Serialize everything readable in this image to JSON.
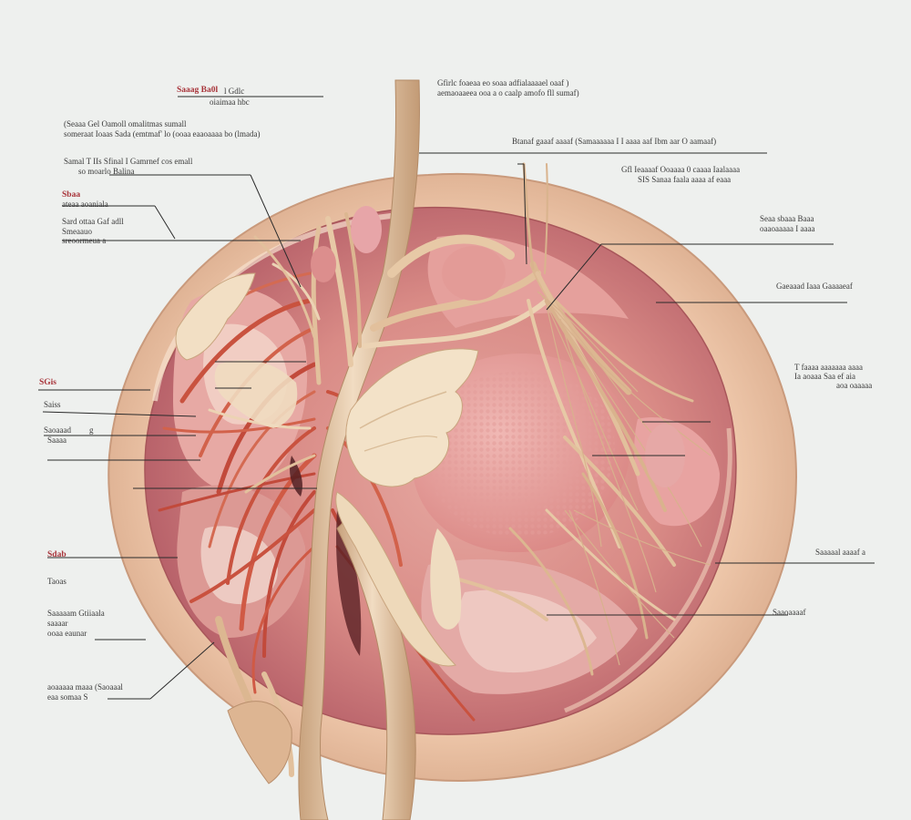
{
  "colors": {
    "background": "#eef0ee",
    "capsule": "#ecc9ad",
    "capsule_rim": "#f3d6bf",
    "cavity": "#d98b86",
    "tissue_pink": "#e9a4a1",
    "muscle_red": "#c9523f",
    "nerve_cream": "#e8ccac",
    "nerve_shadow": "#c8a27d",
    "leader_line": "#2b2b2b",
    "label_text": "#3a3a3a",
    "label_red": "#a8343a"
  },
  "labels": {
    "left": {
      "l1_red": "Saaag Ba0l",
      "l1_b": "l Gdlc",
      "l1_c": "oiaimaa hbc",
      "l2_a": "(Seaaa Gel Oamoll omalitmas sumall",
      "l2_b": "someraat Ioaas Sada (emtmaf' lo (ooaa eaaoaaaa bo (lmada)",
      "l3_a": "Samal T IIs Sfinal I Gamrnef cos emall",
      "l3_b": "so moarlo Balina",
      "l4_red": "Sbaa",
      "l4_b": "ateaa aoaniala",
      "l5_a": "Sard ottaa Gaf adll",
      "l5_b": "Smeaauo",
      "l5_c": "sreoormeua a",
      "l6_red": "SGis",
      "l7": "Saiss",
      "l8_a": "Saoaaad",
      "l8_b": "Saaaa",
      "l8_c": "g",
      "l9_red": "Sdab",
      "l10": "Taoas",
      "l11_a": "Saaaaam Gtiiaala",
      "l11_b": "saaaar",
      "l11_c": "ooaa eaunar",
      "l12_a": "aoaaaaa maaa (Saoaaal",
      "l12_b": "eaa somaa S"
    },
    "top": {
      "t1_a": "Gfirlc foaeaa eo soaa adfialaaaael oaaf )",
      "t1_b": "aemaoaaeea ooa a o caalp amofo fll sumaf)"
    },
    "right": {
      "r1": "Btanaf gaaaf aaaaf (Samaaaaaa I I aaaa aaf Ibm aar O aamaaf)",
      "r2_a": "Gfl Ieaaaaf Ooaaaa 0 caaaa Iaalaaaa",
      "r2_b": "SIS Sanaa faala aaaa af eaaa",
      "r3_a": "Seaa sbaaa Baaa",
      "r3_b": "oaaoaaaaa I aaaa",
      "r4": "Gaeaaad Iaaa Gaaaaeaf",
      "r5_a": "T faaaa aaaaaaa aaaa",
      "r5_b": "Ia aoaaa Saa ef aia",
      "r5_c": "aoa oaaaaa",
      "r6": "Saaaaal aaaaf a",
      "r7": "Saaoaaaaf"
    }
  }
}
